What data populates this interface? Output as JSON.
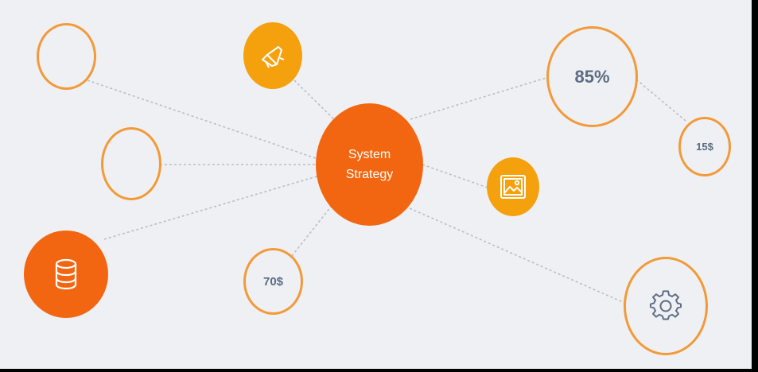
{
  "diagram": {
    "center_node": {
      "line1": "System",
      "line2": "Strategy"
    },
    "value_nodes": {
      "percent_large": "85%",
      "price_small": "15$",
      "price_bottom": "70$"
    },
    "icons": {
      "megaphone": "megaphone-icon",
      "image": "image-icon",
      "database": "database-icon",
      "gear": "gear-icon"
    },
    "colors": {
      "background": "#eef0f4",
      "primary_orange": "#f26611",
      "amber": "#f5a10e",
      "outline_orange": "#f39a38",
      "text_gray": "#5c6c82",
      "connector": "#b8bec8"
    }
  }
}
